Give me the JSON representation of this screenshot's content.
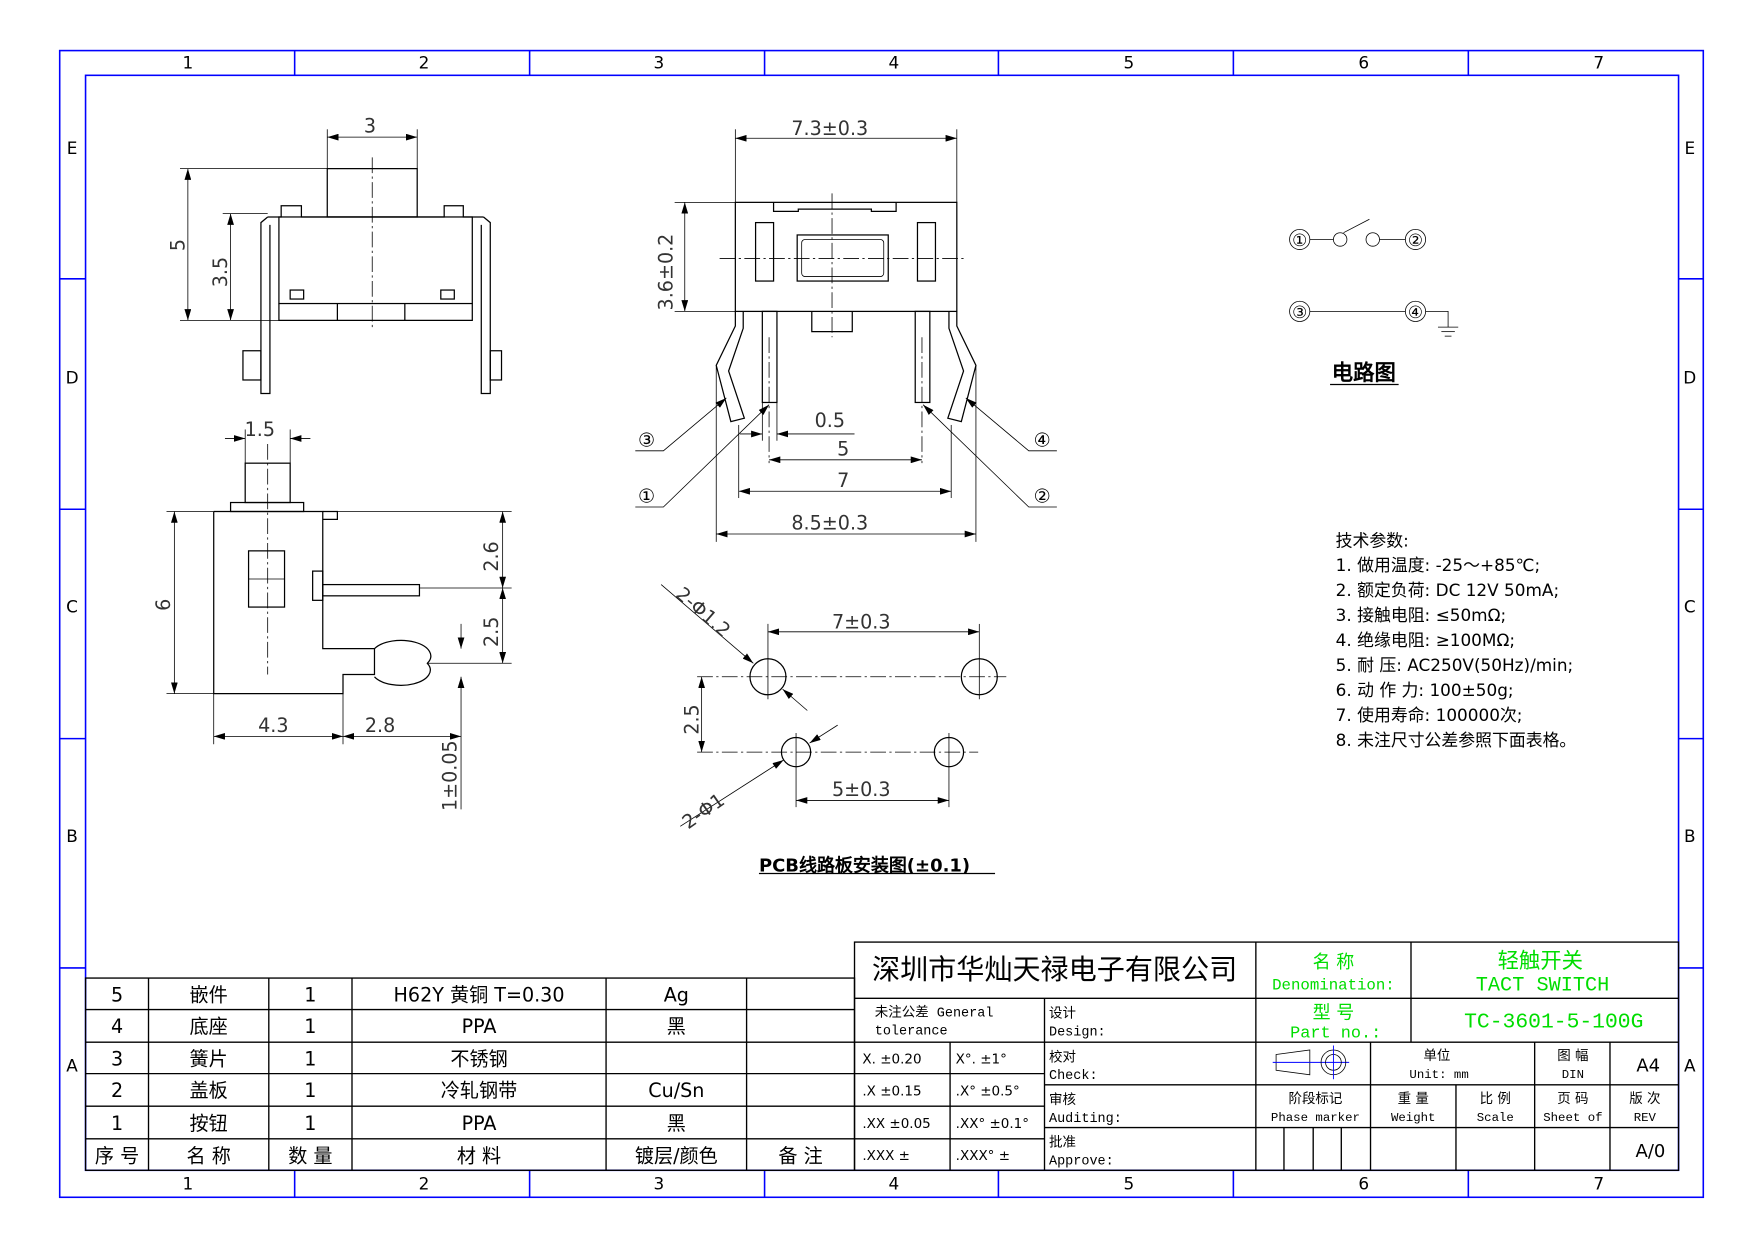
{
  "frame": {
    "columns": [
      "1",
      "2",
      "3",
      "4",
      "5",
      "6",
      "7"
    ],
    "rows": [
      "E",
      "D",
      "C",
      "B",
      "A"
    ]
  },
  "side_view": {
    "dim_button_width": "3",
    "dim_height": "5",
    "dim_body_height": "3.5"
  },
  "front_view": {
    "dim_stem": "1.5",
    "dim_height": "6",
    "dim_a": "4.3",
    "dim_b": "2.8",
    "dim_c": "2.6",
    "dim_d": "2.5",
    "dim_e": "1±0.05"
  },
  "top_view": {
    "dim_width": "7.3±0.3",
    "dim_depth": "3.6±0.2",
    "dim_pin": "0.5",
    "dim_inner": "5",
    "dim_mid": "7",
    "dim_outer": "8.5±0.3",
    "callouts": [
      "③",
      "①",
      "④",
      "②"
    ]
  },
  "pcb": {
    "dim_top": "7±0.3",
    "dim_vertical": "2.5",
    "dim_bottom": "5±0.3",
    "hole_large": "2-Φ1.2",
    "hole_small": "2-Φ1",
    "title": "PCB线路板安装图(±0.1)"
  },
  "circuit": {
    "pins": [
      "①",
      "②",
      "③",
      "④"
    ],
    "title": "电路图"
  },
  "specs": {
    "heading": "技术参数:",
    "items": [
      "1.  做用温度: -25～+85℃;",
      "2.  额定负荷: DC 12V 50mA;",
      "3.  接触电阻: ≤50mΩ;",
      "4.  绝缘电阻: ≥100MΩ;",
      "5.  耐      压: AC250V(50Hz)/min;",
      "6.  动 作 力: 100±50g;",
      "7.  使用寿命: 100000次;",
      "8.  未注尺寸公差参照下面表格。"
    ]
  },
  "bom": {
    "header": [
      "序 号",
      "名  称",
      "数 量",
      "材    料",
      "镀层/颜色",
      "备 注"
    ],
    "rows": [
      [
        "5",
        "嵌件",
        "1",
        "H62Y 黄铜 T=0.30",
        "Ag",
        ""
      ],
      [
        "4",
        "底座",
        "1",
        "PPA",
        "黑",
        ""
      ],
      [
        "3",
        "簧片",
        "1",
        "不锈钢",
        "",
        ""
      ],
      [
        "2",
        "盖板",
        "1",
        "冷轧钢带",
        "Cu/Sn",
        ""
      ],
      [
        "1",
        "按钮",
        "1",
        "PPA",
        "黑",
        ""
      ]
    ]
  },
  "title_block": {
    "company": "深圳市华灿天禄电子有限公司",
    "name_label_cn": "名    称",
    "name_label_en": "Denomination:",
    "name_value_cn": "轻触开关",
    "name_value_en": "TACT SWITCH",
    "part_label_cn": "型    号",
    "part_label_en": "Part no.:",
    "part_value": "TC-3601-5-100G",
    "tolerance_label_cn": "未注公差 General",
    "tolerance_label_en": "tolerance",
    "tolerances": [
      [
        "X.   ±0.20",
        "X°.  ±1°"
      ],
      [
        ".X   ±0.15",
        ".X°  ±0.5°"
      ],
      [
        ".XX  ±0.05",
        ".XX°  ±0.1°"
      ],
      [
        ".XXX ±",
        ".XXX°  ±"
      ]
    ],
    "design": [
      "设计",
      "Design:"
    ],
    "check": [
      "校对",
      "Check:"
    ],
    "auditing": [
      "审核",
      "Auditing:"
    ],
    "approve": [
      "批准",
      "Approve:"
    ],
    "unit": [
      "单位",
      "Unit:  mm"
    ],
    "size": [
      "图 幅",
      "DIN"
    ],
    "size_value": "A4",
    "phase": [
      "阶段标记",
      "Phase marker"
    ],
    "weight": [
      "重 量",
      "Weight"
    ],
    "scale": [
      "比 例",
      "Scale"
    ],
    "sheet": [
      "页 码",
      "Sheet of"
    ],
    "rev": [
      "版 次",
      "REV"
    ],
    "rev_value": "A/0"
  },
  "colors": {
    "frame": "#0000ff",
    "title_green": "#00dd00"
  }
}
